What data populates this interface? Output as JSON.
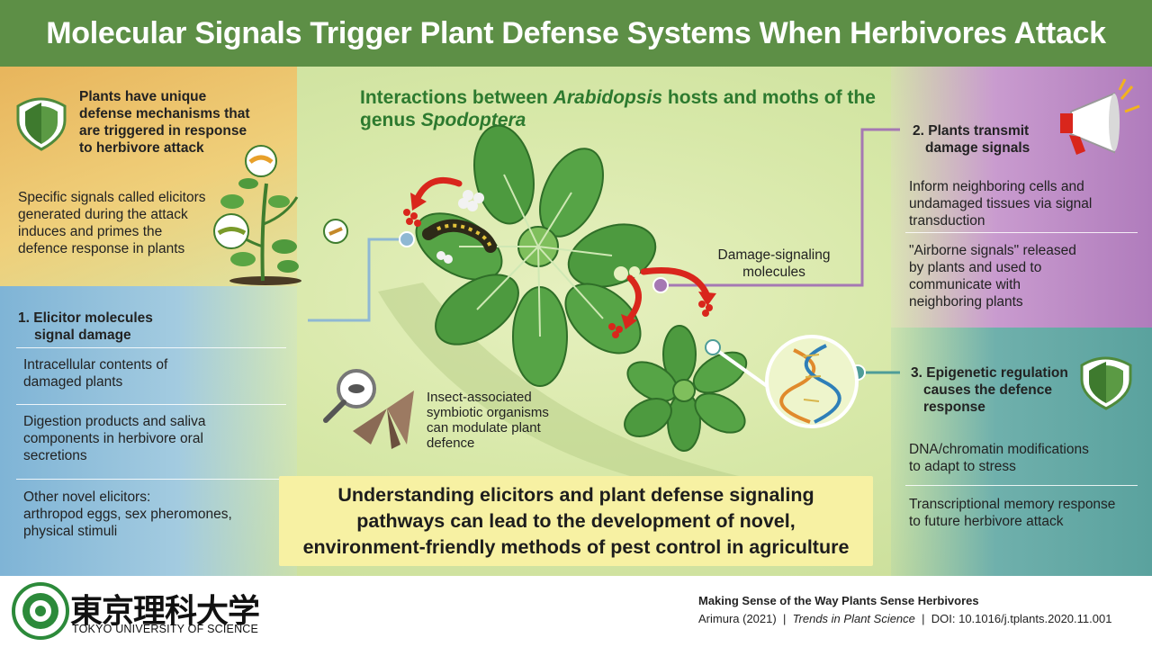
{
  "header": {
    "title": "Molecular Signals Trigger Plant Defense Systems When Herbivores Attack"
  },
  "center": {
    "title_prefix": "Interactions between ",
    "title_italic1": "Arabidopsis",
    "title_mid": " hosts and moths of the genus ",
    "title_italic2": "Spodoptera",
    "damage_label_1": "Damage-signaling",
    "damage_label_2": "molecules",
    "insect_1": "Insect-associated",
    "insect_2": "symbiotic organisms",
    "insect_3": "can modulate plant",
    "insect_4": "defence"
  },
  "intro": {
    "heading_1": "Plants have unique",
    "heading_2": "defense mechanisms that",
    "heading_3": "are triggered in response",
    "heading_4": "to herbivore attack",
    "body_1": "Specific signals called elicitors",
    "body_2": "generated during the attack",
    "body_3": "induces and primes the",
    "body_4": "defence response in plants"
  },
  "section1": {
    "heading_1": "1. Elicitor molecules",
    "heading_2": "signal damage",
    "item1_1": "Intracellular contents of",
    "item1_2": "damaged plants",
    "item2_1": "Digestion products and saliva",
    "item2_2": "components in herbivore oral",
    "item2_3": "secretions",
    "item3_1": "Other novel elicitors:",
    "item3_2": "arthropod eggs, sex pheromones,",
    "item3_3": "physical stimuli"
  },
  "section2": {
    "heading_1": "2. Plants transmit",
    "heading_2": "damage signals",
    "item1_1": "Inform neighboring cells and",
    "item1_2": "undamaged tissues via signal",
    "item1_3": "transduction",
    "item2_1": "\"Airborne signals\" released",
    "item2_2": "by plants and used to",
    "item2_3": "communicate with",
    "item2_4": "neighboring plants"
  },
  "section3": {
    "heading_1": "3. Epigenetic regulation",
    "heading_2": "causes the defence",
    "heading_3": "response",
    "item1_1": "DNA/chromatin modifications",
    "item1_2": "to adapt to stress",
    "item2_1": "Transcriptional memory response",
    "item2_2": "to future herbivore attack"
  },
  "conclusion": {
    "line_1": "Understanding elicitors and plant defense signaling",
    "line_2": "pathways can lead to the development of novel,",
    "line_3": "environment-friendly methods of pest control in agriculture"
  },
  "footer": {
    "logo_jp": "東京理科大学",
    "logo_en": "TOKYO UNIVERSITY OF SCIENCE",
    "cite_title": "Making Sense of the Way Plants Sense Herbivores",
    "cite_author": "Arimura (2021)",
    "cite_sep": "|",
    "cite_journal": "Trends in Plant Science",
    "cite_doi": "DOI: 10.1016/j.tplants.2020.11.001"
  },
  "colors": {
    "header_green": "#5d8f46",
    "title_green": "#2d7a2f",
    "connector_blue": "#8fb8d3",
    "connector_purple": "#a578b3",
    "connector_teal": "#4e9c98",
    "arrow_red": "#d9261c",
    "leaf_green": "#4d9a3f"
  },
  "icons": [
    "shield-icon",
    "megaphone-icon",
    "magnifier-icon",
    "moth-icon",
    "dna-icon",
    "caterpillar-icon",
    "rosette-plant-icon",
    "tomato-plant-icon",
    "university-logo-icon"
  ]
}
